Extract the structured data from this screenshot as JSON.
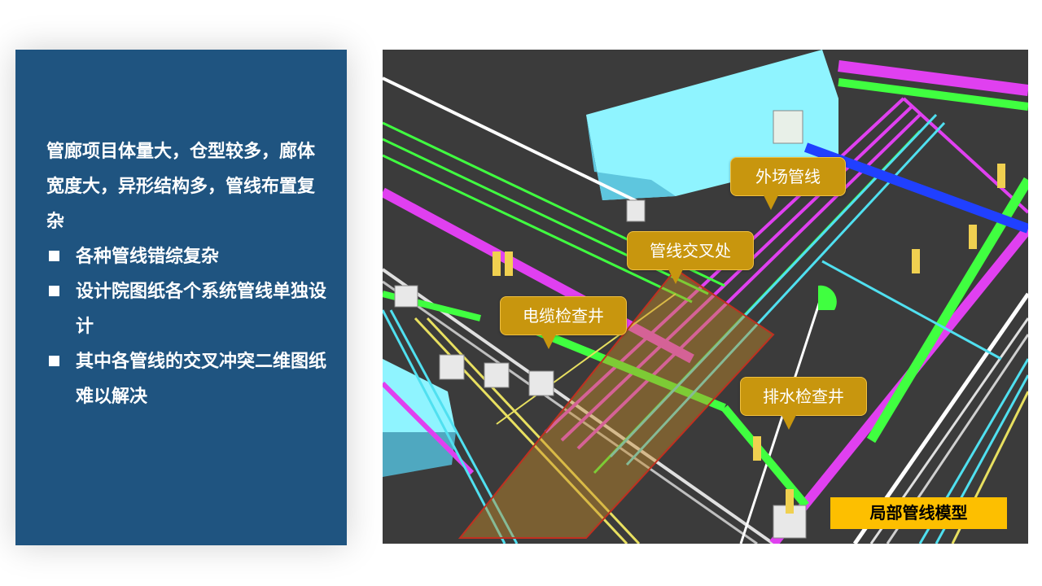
{
  "left_panel": {
    "intro": "管廊项目体量大，仓型较多，廊体宽度大，异形结构多，管线布置复杂",
    "bullets": [
      "各种管线错综复杂",
      "设计院图纸各个系统管线单独设计",
      "其中各管线的交叉冲突二维图纸难以解决"
    ]
  },
  "model": {
    "callouts": {
      "external": "外场管线",
      "crossing": "管线交叉处",
      "cable_well": "电缆检查井",
      "drain_well": "排水检查井"
    },
    "label": "局部管线模型"
  },
  "colors": {
    "panel_bg": "#1f5480",
    "callout_bg": "#c8960e",
    "label_bg": "#fdbf00",
    "pipe_magenta": "#e040f0",
    "pipe_green": "#40ff40",
    "pipe_cyan": "#50e0f0",
    "pipe_blue": "#2040ff",
    "pipe_yellow": "#e8e060",
    "structure_cyan": "#7fefff"
  }
}
